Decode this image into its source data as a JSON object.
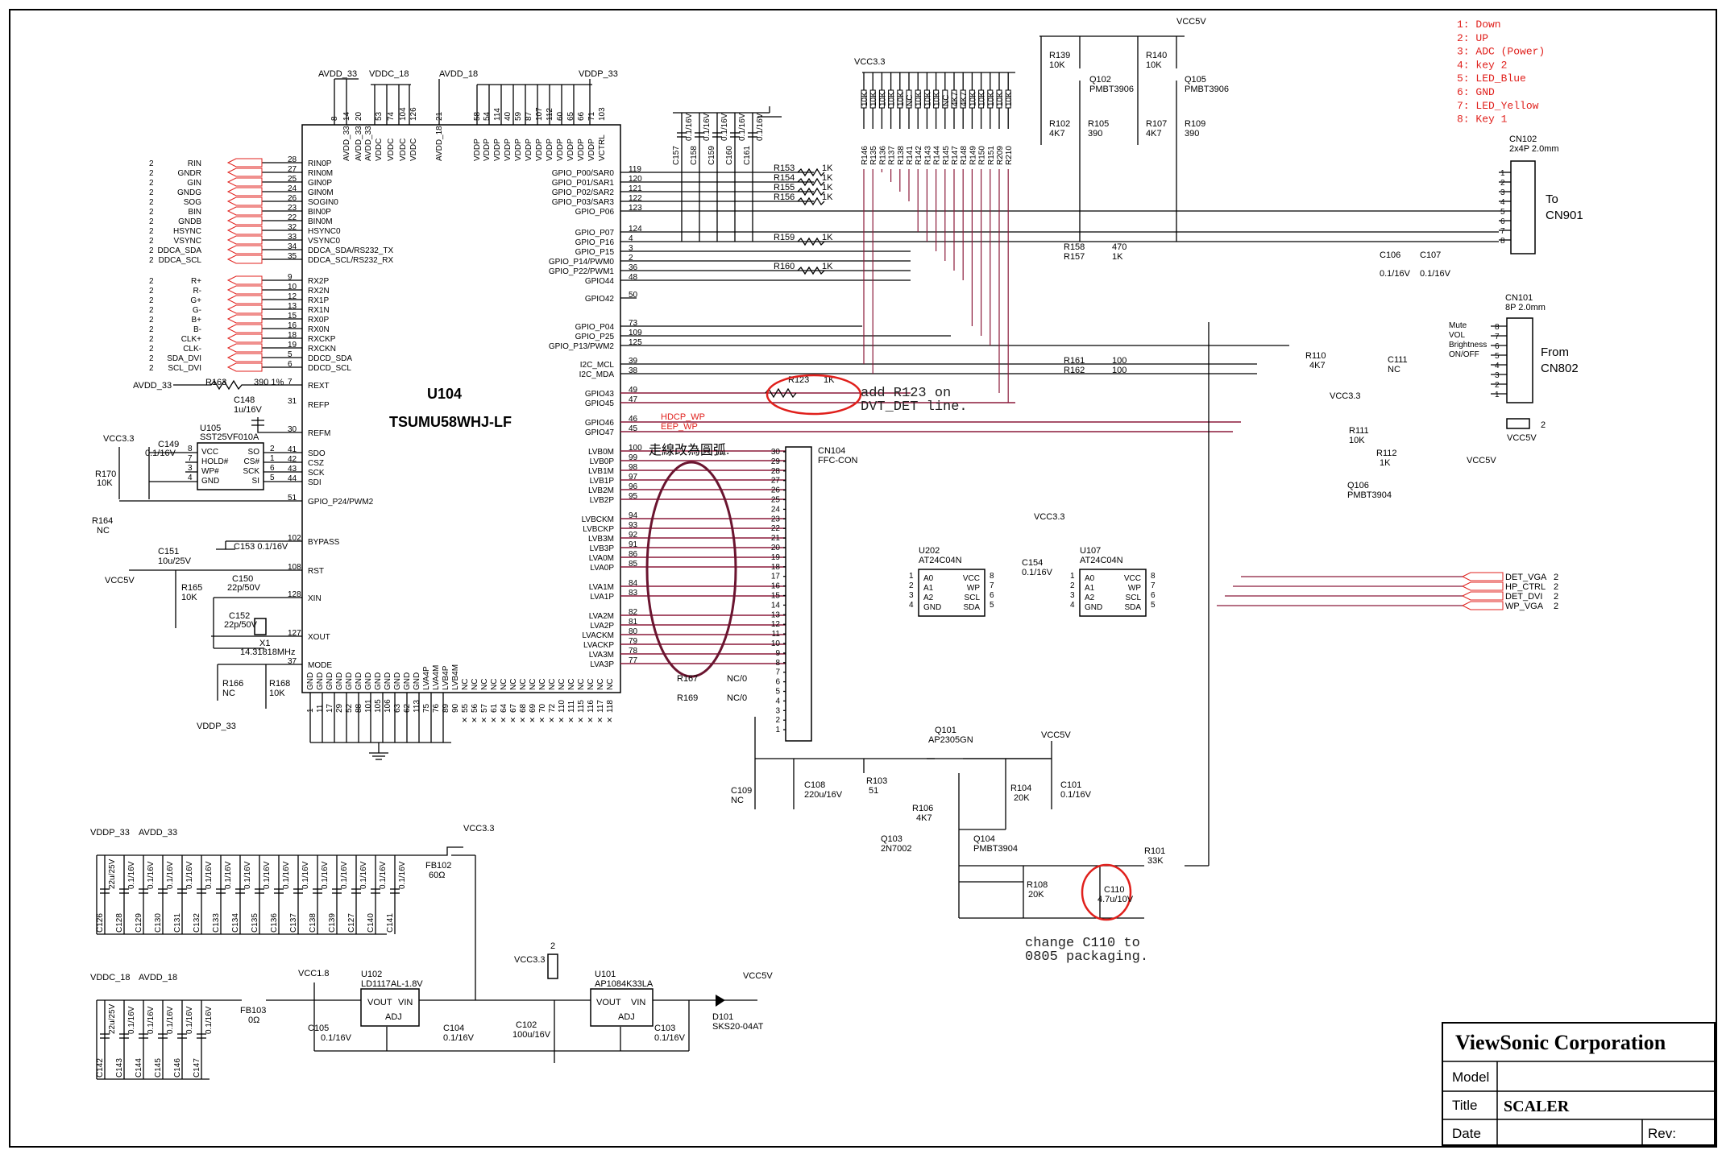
{
  "u104": {
    "ref": "U104",
    "part": "TSUMU58WHJ-LF",
    "left_pins": [
      {
        "num": "28",
        "name": "RIN0P",
        "sig": "RIN",
        "n": "2"
      },
      {
        "num": "27",
        "name": "RIN0M",
        "sig": "GNDR",
        "n": "2"
      },
      {
        "num": "25",
        "name": "GIN0P",
        "sig": "GIN",
        "n": "2"
      },
      {
        "num": "24",
        "name": "GIN0M",
        "sig": "GNDG",
        "n": "2"
      },
      {
        "num": "26",
        "name": "SOGIN0",
        "sig": "SOG",
        "n": "2"
      },
      {
        "num": "23",
        "name": "BIN0P",
        "sig": "BIN",
        "n": "2"
      },
      {
        "num": "22",
        "name": "BIN0M",
        "sig": "GNDB",
        "n": "2"
      },
      {
        "num": "32",
        "name": "HSYNC0",
        "sig": "HSYNC",
        "n": "2"
      },
      {
        "num": "33",
        "name": "VSYNC0",
        "sig": "VSYNC",
        "n": "2"
      },
      {
        "num": "34",
        "name": "DDCA_SDA/RS232_TX",
        "sig": "DDCA_SDA",
        "n": "2"
      },
      {
        "num": "35",
        "name": "DDCA_SCL/RS232_RX",
        "sig": "DDCA_SCL",
        "n": "2"
      },
      {
        "num": "9",
        "name": "RX2P",
        "sig": "R+",
        "n": "2"
      },
      {
        "num": "10",
        "name": "RX2N",
        "sig": "R-",
        "n": "2"
      },
      {
        "num": "12",
        "name": "RX1P",
        "sig": "G+",
        "n": "2"
      },
      {
        "num": "13",
        "name": "RX1N",
        "sig": "G-",
        "n": "2"
      },
      {
        "num": "15",
        "name": "RX0P",
        "sig": "B+",
        "n": "2"
      },
      {
        "num": "16",
        "name": "RX0N",
        "sig": "B-",
        "n": "2"
      },
      {
        "num": "18",
        "name": "RXCKP",
        "sig": "CLK+",
        "n": "2"
      },
      {
        "num": "19",
        "name": "RXCKN",
        "sig": "CLK-",
        "n": "2"
      },
      {
        "num": "5",
        "name": "DDCD_SDA",
        "sig": "SDA_DVI",
        "n": "2"
      },
      {
        "num": "6",
        "name": "DDCD_SCL",
        "sig": "SCL_DVI",
        "n": "2"
      }
    ],
    "misc_left_pins": [
      {
        "num": "7",
        "name": "REXT"
      },
      {
        "num": "31",
        "name": "REFP"
      },
      {
        "num": "30",
        "name": "REFM"
      },
      {
        "num": "41",
        "name": "SDO"
      },
      {
        "num": "42",
        "name": "CSZ"
      },
      {
        "num": "43",
        "name": "SCK"
      },
      {
        "num": "44",
        "name": "SDI"
      },
      {
        "num": "51",
        "name": "GPIO_P24/PWM2"
      },
      {
        "num": "102",
        "name": "BYPASS"
      },
      {
        "num": "108",
        "name": "RST"
      },
      {
        "num": "128",
        "name": "XIN"
      },
      {
        "num": "127",
        "name": "XOUT"
      },
      {
        "num": "37",
        "name": "MODE"
      }
    ],
    "right_pins": [
      {
        "num": "119",
        "name": "GPIO_P00/SAR0"
      },
      {
        "num": "120",
        "name": "GPIO_P01/SAR1"
      },
      {
        "num": "121",
        "name": "GPIO_P02/SAR2"
      },
      {
        "num": "122",
        "name": "GPIO_P03/SAR3"
      },
      {
        "num": "123",
        "name": "GPIO_P06"
      },
      {
        "num": "124",
        "name": "GPIO_P07"
      },
      {
        "num": "4",
        "name": "GPIO_P16"
      },
      {
        "num": "3",
        "name": "GPIO_P15"
      },
      {
        "num": "2",
        "name": "GPIO_P14/PWM0"
      },
      {
        "num": "36",
        "name": "GPIO_P22/PWM1"
      },
      {
        "num": "48",
        "name": "GPIO44"
      },
      {
        "num": "50",
        "name": "GPIO42"
      },
      {
        "num": "73",
        "name": "GPIO_P04"
      },
      {
        "num": "109",
        "name": "GPIO_P25"
      },
      {
        "num": "125",
        "name": "GPIO_P13/PWM2"
      },
      {
        "num": "39",
        "name": "I2C_MCL"
      },
      {
        "num": "38",
        "name": "I2C_MDA"
      },
      {
        "num": "49",
        "name": "GPIO43"
      },
      {
        "num": "47",
        "name": "GPIO45"
      },
      {
        "num": "46",
        "name": "GPIO46"
      },
      {
        "num": "45",
        "name": "GPIO47"
      }
    ],
    "lvds_pins": [
      {
        "num": "100",
        "name": "LVB0M"
      },
      {
        "num": "99",
        "name": "LVB0P"
      },
      {
        "num": "98",
        "name": "LVB1M"
      },
      {
        "num": "97",
        "name": "LVB1P"
      },
      {
        "num": "96",
        "name": "LVB2M"
      },
      {
        "num": "95",
        "name": "LVB2P"
      },
      {
        "num": "94",
        "name": "LVBCKM"
      },
      {
        "num": "93",
        "name": "LVBCKP"
      },
      {
        "num": "92",
        "name": "LVB3M"
      },
      {
        "num": "91",
        "name": "LVB3P"
      },
      {
        "num": "86",
        "name": "LVA0M"
      },
      {
        "num": "85",
        "name": "LVA0P"
      },
      {
        "num": "84",
        "name": "LVA1M"
      },
      {
        "num": "83",
        "name": "LVA1P"
      },
      {
        "num": "82",
        "name": "LVA2M"
      },
      {
        "num": "81",
        "name": "LVA2P"
      },
      {
        "num": "80",
        "name": "LVACKM"
      },
      {
        "num": "79",
        "name": "LVACKP"
      },
      {
        "num": "78",
        "name": "LVA3M"
      },
      {
        "num": "77",
        "name": "LVA3P"
      }
    ],
    "top_pins": [
      {
        "num": "8",
        "name": ""
      },
      {
        "num": "14",
        "name": "AVDD_33"
      },
      {
        "num": "20",
        "name": "AVDD_33"
      },
      {
        "num": "",
        "name": "AVDD_33"
      },
      {
        "num": "53",
        "name": "VDDC"
      },
      {
        "num": "74",
        "name": "VDDC"
      },
      {
        "num": "104",
        "name": "VDDC"
      },
      {
        "num": "126",
        "name": "VDDC"
      },
      {
        "num": "21",
        "name": "AVDD_18"
      },
      {
        "num": "58",
        "name": "VDDP"
      },
      {
        "num": "54",
        "name": "VDDP"
      },
      {
        "num": "114",
        "name": "VDDP"
      },
      {
        "num": "40",
        "name": "VDDP"
      },
      {
        "num": "59",
        "name": "VDDP"
      },
      {
        "num": "87",
        "name": "VDDP"
      },
      {
        "num": "107",
        "name": "VDDP"
      },
      {
        "num": "112",
        "name": "VDDP"
      },
      {
        "num": "60",
        "name": "VDDP"
      },
      {
        "num": "65",
        "name": "VDDP"
      },
      {
        "num": "66",
        "name": "VDDP"
      },
      {
        "num": "71",
        "name": "VDDP"
      },
      {
        "num": "103",
        "name": "VCTRL"
      }
    ],
    "bottom_pins": [
      {
        "num": "1",
        "name": "GND"
      },
      {
        "num": "11",
        "name": "GND"
      },
      {
        "num": "17",
        "name": "GND"
      },
      {
        "num": "29",
        "name": "GND"
      },
      {
        "num": "52",
        "name": "GND"
      },
      {
        "num": "88",
        "name": "GND"
      },
      {
        "num": "101",
        "name": "GND"
      },
      {
        "num": "105",
        "name": "GND"
      },
      {
        "num": "106",
        "name": "GND"
      },
      {
        "num": "63",
        "name": "GND"
      },
      {
        "num": "62",
        "name": "GND"
      },
      {
        "num": "113",
        "name": "GND"
      },
      {
        "num": "75",
        "name": "LVA4P"
      },
      {
        "num": "76",
        "name": "LVA4M"
      },
      {
        "num": "89",
        "name": "LVB4P"
      },
      {
        "num": "90",
        "name": "LVB4M"
      },
      {
        "num": "55",
        "name": "NC"
      },
      {
        "num": "56",
        "name": "NC"
      },
      {
        "num": "57",
        "name": "NC"
      },
      {
        "num": "61",
        "name": "NC"
      },
      {
        "num": "64",
        "name": "NC"
      },
      {
        "num": "67",
        "name": "NC"
      },
      {
        "num": "68",
        "name": "NC"
      },
      {
        "num": "69",
        "name": "NC"
      },
      {
        "num": "70",
        "name": "NC"
      },
      {
        "num": "72",
        "name": "NC"
      },
      {
        "num": "110",
        "name": "NC"
      },
      {
        "num": "111",
        "name": "NC"
      },
      {
        "num": "115",
        "name": "NC"
      },
      {
        "num": "116",
        "name": "NC"
      },
      {
        "num": "117",
        "name": "NC"
      },
      {
        "num": "118",
        "name": "NC"
      }
    ]
  },
  "power": {
    "avdd33": "AVDD_33",
    "vddc18": "VDDC_18",
    "avdd18": "AVDD_18",
    "vddp33": "VDDP_33",
    "vcc33": "VCC3.3",
    "vcc5v": "VCC5V",
    "vcc18": "VCC1.8"
  },
  "parts": {
    "r163": "R163",
    "r163_val": "390 1%",
    "c148": "C148",
    "c148_val": "1u/16V",
    "u105": "U105",
    "u105_part": "SST25VF010A",
    "u105_left": [
      "VCC",
      "HOLD#",
      "WP#",
      "GND"
    ],
    "u105_right": [
      "SO",
      "CS#",
      "SCK",
      "SI"
    ],
    "u105_left_num": [
      "8",
      "7",
      "3",
      "4"
    ],
    "u105_right_num": [
      "2",
      "1",
      "6",
      "5"
    ],
    "c149": "C149",
    "c149_val": "0.1/16V",
    "r170": "R170",
    "r170_val": "10K",
    "r164": "R164",
    "r164_val": "NC",
    "c153": "C153 0.1/16V",
    "c151": "C151",
    "c151_val": "10u/25V",
    "r165": "R165",
    "r165_val": "10K",
    "c150": "C150",
    "c150_val": "22p/50V",
    "c152": "C152",
    "c152_val": "22p/50V",
    "x1": "X1",
    "x1_val": "14.31818MHz",
    "r166": "R166",
    "r166_val": "NC",
    "r168": "R168",
    "r168_val": "10K",
    "r123": "R123",
    "r123_val": "1K",
    "cn104": "CN104",
    "cn104_part": "FFC-CON",
    "r167": "R167",
    "r167_val": "NC/0",
    "r169": "R169",
    "r169_val": "NC/0",
    "cn102": "CN102",
    "cn102_part": "2x4P 2.0mm",
    "cn101": "CN101",
    "cn101_part": "8P 2.0mm",
    "c106": "C106",
    "c106_val": "0.1/16V",
    "c107": "C107",
    "c107_val": "0.1/16V",
    "r110": "R110",
    "r110_val": "4K7",
    "c111": "C111",
    "c111_val": "NC",
    "r111": "R111",
    "r111_val": "10K",
    "r112": "R112",
    "r112_val": "1K",
    "q106": "Q106",
    "q106_part": "PMBT3904",
    "u202": "U202",
    "u202_part": "AT24C04N",
    "u107": "U107",
    "u107_part": "AT24C04N",
    "eeprom_left": [
      "A0",
      "A1",
      "A2",
      "GND"
    ],
    "eeprom_right": [
      "VCC",
      "WP",
      "SCL",
      "SDA"
    ],
    "eeprom_left_num": [
      "1",
      "2",
      "3",
      "4"
    ],
    "eeprom_right_num": [
      "8",
      "7",
      "6",
      "5"
    ],
    "c154": "C154",
    "c154_val": "0.1/16V",
    "r161": "R161",
    "r161_val": "100",
    "r162": "R162",
    "r162_val": "100",
    "r158": "R158",
    "r158_val": "470",
    "r157": "R157",
    "r157_val": "1K",
    "q101": "Q101",
    "q101_part": "AP2305GN",
    "r103": "R103",
    "r103_val": "51",
    "r106": "R106",
    "r106_val": "4K7",
    "q103": "Q103",
    "q103_part": "2N7002",
    "q104": "Q104",
    "q104_part": "PMBT3904",
    "r104": "R104",
    "r104_val": "20K",
    "c101": "C101",
    "c101_val": "0.1/16V",
    "r108": "R108",
    "r108_val": "20K",
    "c110": "C110",
    "c110_val": "4.7u/10V",
    "r101": "R101",
    "r101_val": "33K",
    "c109": "C109",
    "c109_val": "NC",
    "c108": "C108",
    "c108_val": "220u/16V",
    "fb102": "FB102",
    "fb102_val": "60Ω",
    "fb103": "FB103",
    "fb103_val": "0Ω",
    "u102": "U102",
    "u102_part": "LD1117AL-1.8V",
    "u101": "U101",
    "u101_part": "AP1084K33LA",
    "c105": "C105",
    "c105_val": "0.1/16V",
    "c104": "C104",
    "c104_val": "0.1/16V",
    "c102": "C102",
    "c102_val": "100u/16V",
    "c103": "C103",
    "c103_val": "0.1/16V",
    "d101": "D101",
    "d101_part": "SKS20-04AT"
  },
  "gpio_res": [
    {
      "ref": "R153",
      "val": "1K"
    },
    {
      "ref": "R154",
      "val": "1K"
    },
    {
      "ref": "R155",
      "val": "1K"
    },
    {
      "ref": "R156",
      "val": "1K"
    },
    {
      "ref": "R159",
      "val": "1K"
    },
    {
      "ref": "R160",
      "val": "1K"
    }
  ],
  "gpio_caps": [
    {
      "ref": "C157",
      "val": "0.1/16V"
    },
    {
      "ref": "C158",
      "val": "0.1/16V"
    },
    {
      "ref": "C159",
      "val": "0.1/16V"
    },
    {
      "ref": "C160",
      "val": "0.1/16V"
    },
    {
      "ref": "C161",
      "val": "0.1/16V"
    }
  ],
  "rpack": [
    {
      "ref": "R146",
      "val": "10K"
    },
    {
      "ref": "R135",
      "val": "10K"
    },
    {
      "ref": "R136",
      "val": "10K"
    },
    {
      "ref": "R137",
      "val": "10K"
    },
    {
      "ref": "R138",
      "val": "10K"
    },
    {
      "ref": "R141",
      "val": "NC"
    },
    {
      "ref": "R142",
      "val": "10K"
    },
    {
      "ref": "R143",
      "val": "10K"
    },
    {
      "ref": "R144",
      "val": "10K"
    },
    {
      "ref": "R145",
      "val": "NC"
    },
    {
      "ref": "R147",
      "val": "4K7"
    },
    {
      "ref": "R148",
      "val": "4K7"
    },
    {
      "ref": "R149",
      "val": "10K"
    },
    {
      "ref": "R150",
      "val": "10K"
    },
    {
      "ref": "R151",
      "val": "10K"
    },
    {
      "ref": "R209",
      "val": "10K"
    },
    {
      "ref": "R210",
      "val": "10K"
    }
  ],
  "qcircuit": [
    {
      "ref": "R139",
      "val": "10K"
    },
    {
      "ref": "Q102",
      "val": "PMBT3906"
    },
    {
      "ref": "R102",
      "val": "4K7"
    },
    {
      "ref": "R105",
      "val": "390"
    },
    {
      "ref": "R140",
      "val": "10K"
    },
    {
      "ref": "Q105",
      "val": "PMBT3906"
    },
    {
      "ref": "R107",
      "val": "4K7"
    },
    {
      "ref": "R109",
      "val": "390"
    }
  ],
  "cn101_labels": [
    "Mute",
    "VOL",
    "Brightness",
    "ON/OFF"
  ],
  "det_signals": [
    {
      "name": "DET_VGA",
      "n": "2"
    },
    {
      "name": "HP_CTRL",
      "n": "2"
    },
    {
      "name": "DET_DVI",
      "n": "2"
    },
    {
      "name": "WP_VGA",
      "n": "2"
    }
  ],
  "legend": [
    "1: Down",
    "2: UP",
    "3: ADC (Power)",
    "4: key 2",
    "5: LED_Blue",
    "6: GND",
    "7: LED_Yellow",
    "8: Key 1"
  ],
  "decaps_row1": [
    {
      "ref": "C126",
      "val": "22u/25V"
    },
    {
      "ref": "C128",
      "val": "0.1/16V"
    },
    {
      "ref": "C129",
      "val": "0.1/16V"
    },
    {
      "ref": "C130",
      "val": "0.1/16V"
    },
    {
      "ref": "C131",
      "val": "0.1/16V"
    },
    {
      "ref": "C132",
      "val": "0.1/16V"
    },
    {
      "ref": "C133",
      "val": "0.1/16V"
    },
    {
      "ref": "C134",
      "val": "0.1/16V"
    },
    {
      "ref": "C135",
      "val": "0.1/16V"
    },
    {
      "ref": "C136",
      "val": "0.1/16V"
    },
    {
      "ref": "C137",
      "val": "0.1/16V"
    },
    {
      "ref": "C138",
      "val": "0.1/16V"
    },
    {
      "ref": "C139",
      "val": "0.1/16V"
    },
    {
      "ref": "C127",
      "val": "0.1/16V"
    },
    {
      "ref": "C140",
      "val": "0.1/16V"
    },
    {
      "ref": "C141",
      "val": "0.1/16V"
    }
  ],
  "decaps_row2": [
    {
      "ref": "C142",
      "val": "22u/25V"
    },
    {
      "ref": "C143",
      "val": "0.1/16V"
    },
    {
      "ref": "C144",
      "val": "0.1/16V"
    },
    {
      "ref": "C145",
      "val": "0.1/16V"
    },
    {
      "ref": "C146",
      "val": "0.1/16V"
    },
    {
      "ref": "C147",
      "val": "0.1/16V"
    }
  ],
  "connectors": {
    "to": "To",
    "to_target": "CN901",
    "from": "From",
    "from_target": "CN802",
    "aux_pin": "2"
  },
  "regulator": {
    "vout": "VOUT",
    "vin": "VIN",
    "adj": "ADJ",
    "jumper_pin": "2"
  },
  "notes": {
    "hdcp_wp": "HDCP_WP",
    "eep_wp": "EEP_WP",
    "r123_line1": "add R123 on",
    "r123_line2": "DVT_DET line.",
    "lvds": "走線改為圓弧.",
    "c110_line1": "change C110 to",
    "c110_line2": "0805 packaging."
  },
  "titleblock": {
    "company": "ViewSonic Corporation",
    "model_label": "Model",
    "title_label": "Title",
    "title_value": "SCALER",
    "date_label": "Date",
    "rev_label": "Rev:"
  }
}
